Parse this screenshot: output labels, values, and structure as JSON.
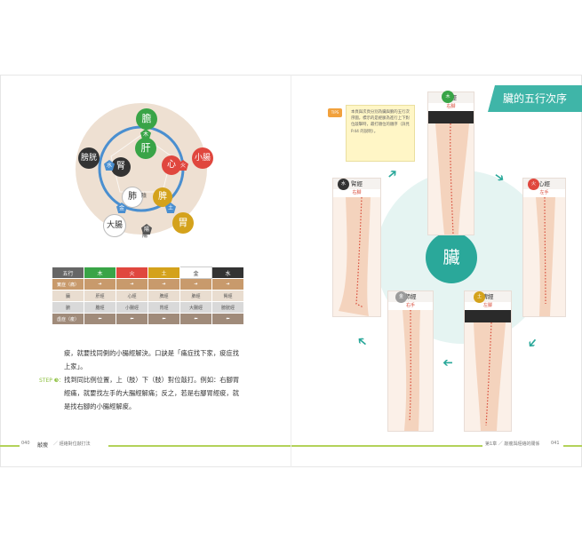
{
  "diagram": {
    "nodes": {
      "top": "膽",
      "liver": "肝",
      "heart": "心",
      "small_intestine": "小腸",
      "bladder": "膀胱",
      "kidney": "腎",
      "spleen": "脾",
      "stomach": "胃",
      "lung": "肺",
      "large_intestine": "大腸",
      "yang": "陽",
      "yin": "陰"
    },
    "elements": {
      "wood": "木",
      "fire": "火",
      "earth": "土",
      "metal": "金",
      "water": "水"
    },
    "colors": {
      "wood": "#39a447",
      "fire": "#e0473e",
      "earth": "#d4a21c",
      "metal": "#9b9b9b",
      "water": "#333333",
      "ring": "#4a8fd0"
    }
  },
  "table": {
    "header": [
      "五行",
      "木",
      "火",
      "土",
      "金",
      "水"
    ],
    "rows": [
      [
        "實症（痛）",
        "➔",
        "➔",
        "➔",
        "➔",
        "➔"
      ],
      [
        "臟",
        "肝經",
        "心經",
        "脾經",
        "肺經",
        "腎經"
      ],
      [
        "腑",
        "膽經",
        "小腸經",
        "胃經",
        "大腸經",
        "膀胱經"
      ],
      [
        "虛症（痠）",
        "⬅",
        "⬅",
        "⬅",
        "⬅",
        "⬅"
      ]
    ]
  },
  "body": {
    "line1": "痠，就要找同側的小腸經解決。口訣是「痛症找下家，痠症找",
    "line2": "上家」。",
    "step": "STEP ❸：",
    "line3": "找到同比例位置，上（肢）下（肢）對位敲打。例如：右腳胃",
    "line4": "經痛，就要找左手的大腸經解痛；反之，若是右腳胃經痠，就",
    "line5": "是找右腳的小腸經解痠。"
  },
  "footer": {
    "left_page": "040",
    "left_title": "敲瘦",
    "left_sub": "／ 經絡對位敲打法",
    "right_chapter": "第1章 ／ 敲瘦與經絡的關係",
    "right_page": "041"
  },
  "right": {
    "title": "臟的五行次序",
    "center": "臟",
    "note_tag": "TIPS",
    "note": "本頁與次頁分別為臟與腑的五行次序圖，標示的是經脈為進行上下對位敲擊時，最打順位的順序（詳見 P.44 的說明）。",
    "cards": {
      "liver": {
        "name": "肝經",
        "side": "右腳",
        "element": "木"
      },
      "heart": {
        "name": "心經",
        "side": "左手",
        "element": "火"
      },
      "spleen": {
        "name": "脾經",
        "side": "左腳",
        "element": "土"
      },
      "lung": {
        "name": "肺經",
        "side": "右手",
        "element": "金"
      },
      "kidney": {
        "name": "腎經",
        "side": "右腳",
        "element": "水"
      }
    }
  }
}
